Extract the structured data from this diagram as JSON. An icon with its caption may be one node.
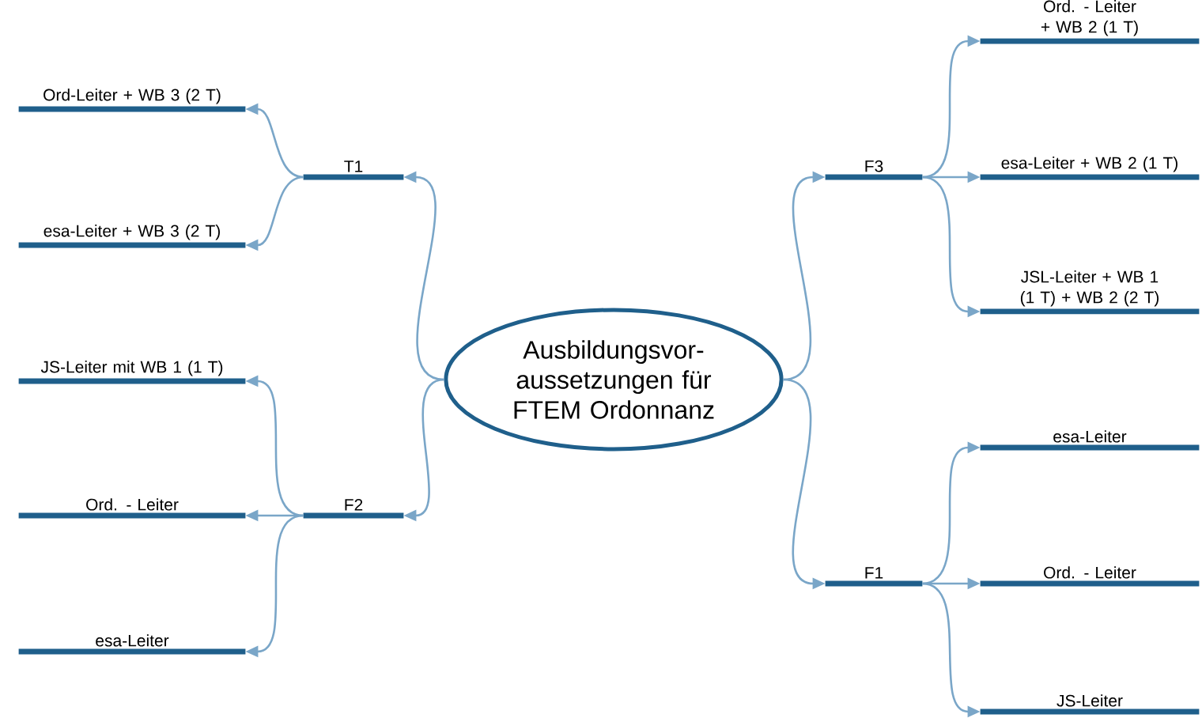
{
  "diagram": {
    "nodes": [
      {
        "text": [
          "Ausbildungsvor- aussetzungen für FTEM Ordonnanz"
        ]
      },
      {
        "text": [
          "T1"
        ]
      },
      {
        "text": [
          "Ord-Leiter + WB 3 (2 T)"
        ]
      },
      {
        "text": [
          "esa-Leiter + WB 3 (2 T)"
        ]
      },
      {
        "text": [
          "F2"
        ]
      },
      {
        "text": [
          "JS-Leiter mit WB 1 (1 T)"
        ]
      },
      {
        "text": [
          "Ord. - Leiter"
        ]
      },
      {
        "text": [
          "esa-Leiter"
        ]
      },
      {
        "text": [
          "F3"
        ]
      },
      {
        "text": [
          "Ord. - Leiter + WB 2 (1 T)"
        ]
      },
      {
        "text": [
          "esa-Leiter + WB 2 (1 T)"
        ]
      },
      {
        "text": [
          "JSL-Leiter + WB 1 (1 T) + WB 2 (2 T)"
        ]
      },
      {
        "text": [
          "F1"
        ]
      },
      {
        "text": [
          "esa-Leiter"
        ]
      },
      {
        "text": [
          "Ord. - Leiter"
        ]
      },
      {
        "text": [
          "JS-Leiter"
        ]
      }
    ],
    "edges": [
      {
        "from": 0,
        "to": 1,
        "arrow": "to"
      },
      {
        "from": 1,
        "to": 2,
        "arrow": "to"
      },
      {
        "from": 1,
        "to": 3,
        "arrow": "to"
      },
      {
        "from": 0,
        "to": 4,
        "arrow": "to"
      },
      {
        "from": 4,
        "to": 5,
        "arrow": "to"
      },
      {
        "from": 4,
        "to": 6,
        "arrow": "to"
      },
      {
        "from": 4,
        "to": 7,
        "arrow": "to"
      },
      {
        "from": 0,
        "to": 8,
        "arrow": "to"
      },
      {
        "from": 8,
        "to": 9,
        "arrow": "to"
      },
      {
        "from": 8,
        "to": 10,
        "arrow": "to"
      },
      {
        "from": 8,
        "to": 11,
        "arrow": "to"
      },
      {
        "from": 0,
        "to": 12,
        "arrow": "to"
      },
      {
        "from": 12,
        "to": 13,
        "arrow": "to"
      },
      {
        "from": 12,
        "to": 14,
        "arrow": "to"
      },
      {
        "from": 12,
        "to": 15,
        "arrow": "to"
      }
    ]
  }
}
